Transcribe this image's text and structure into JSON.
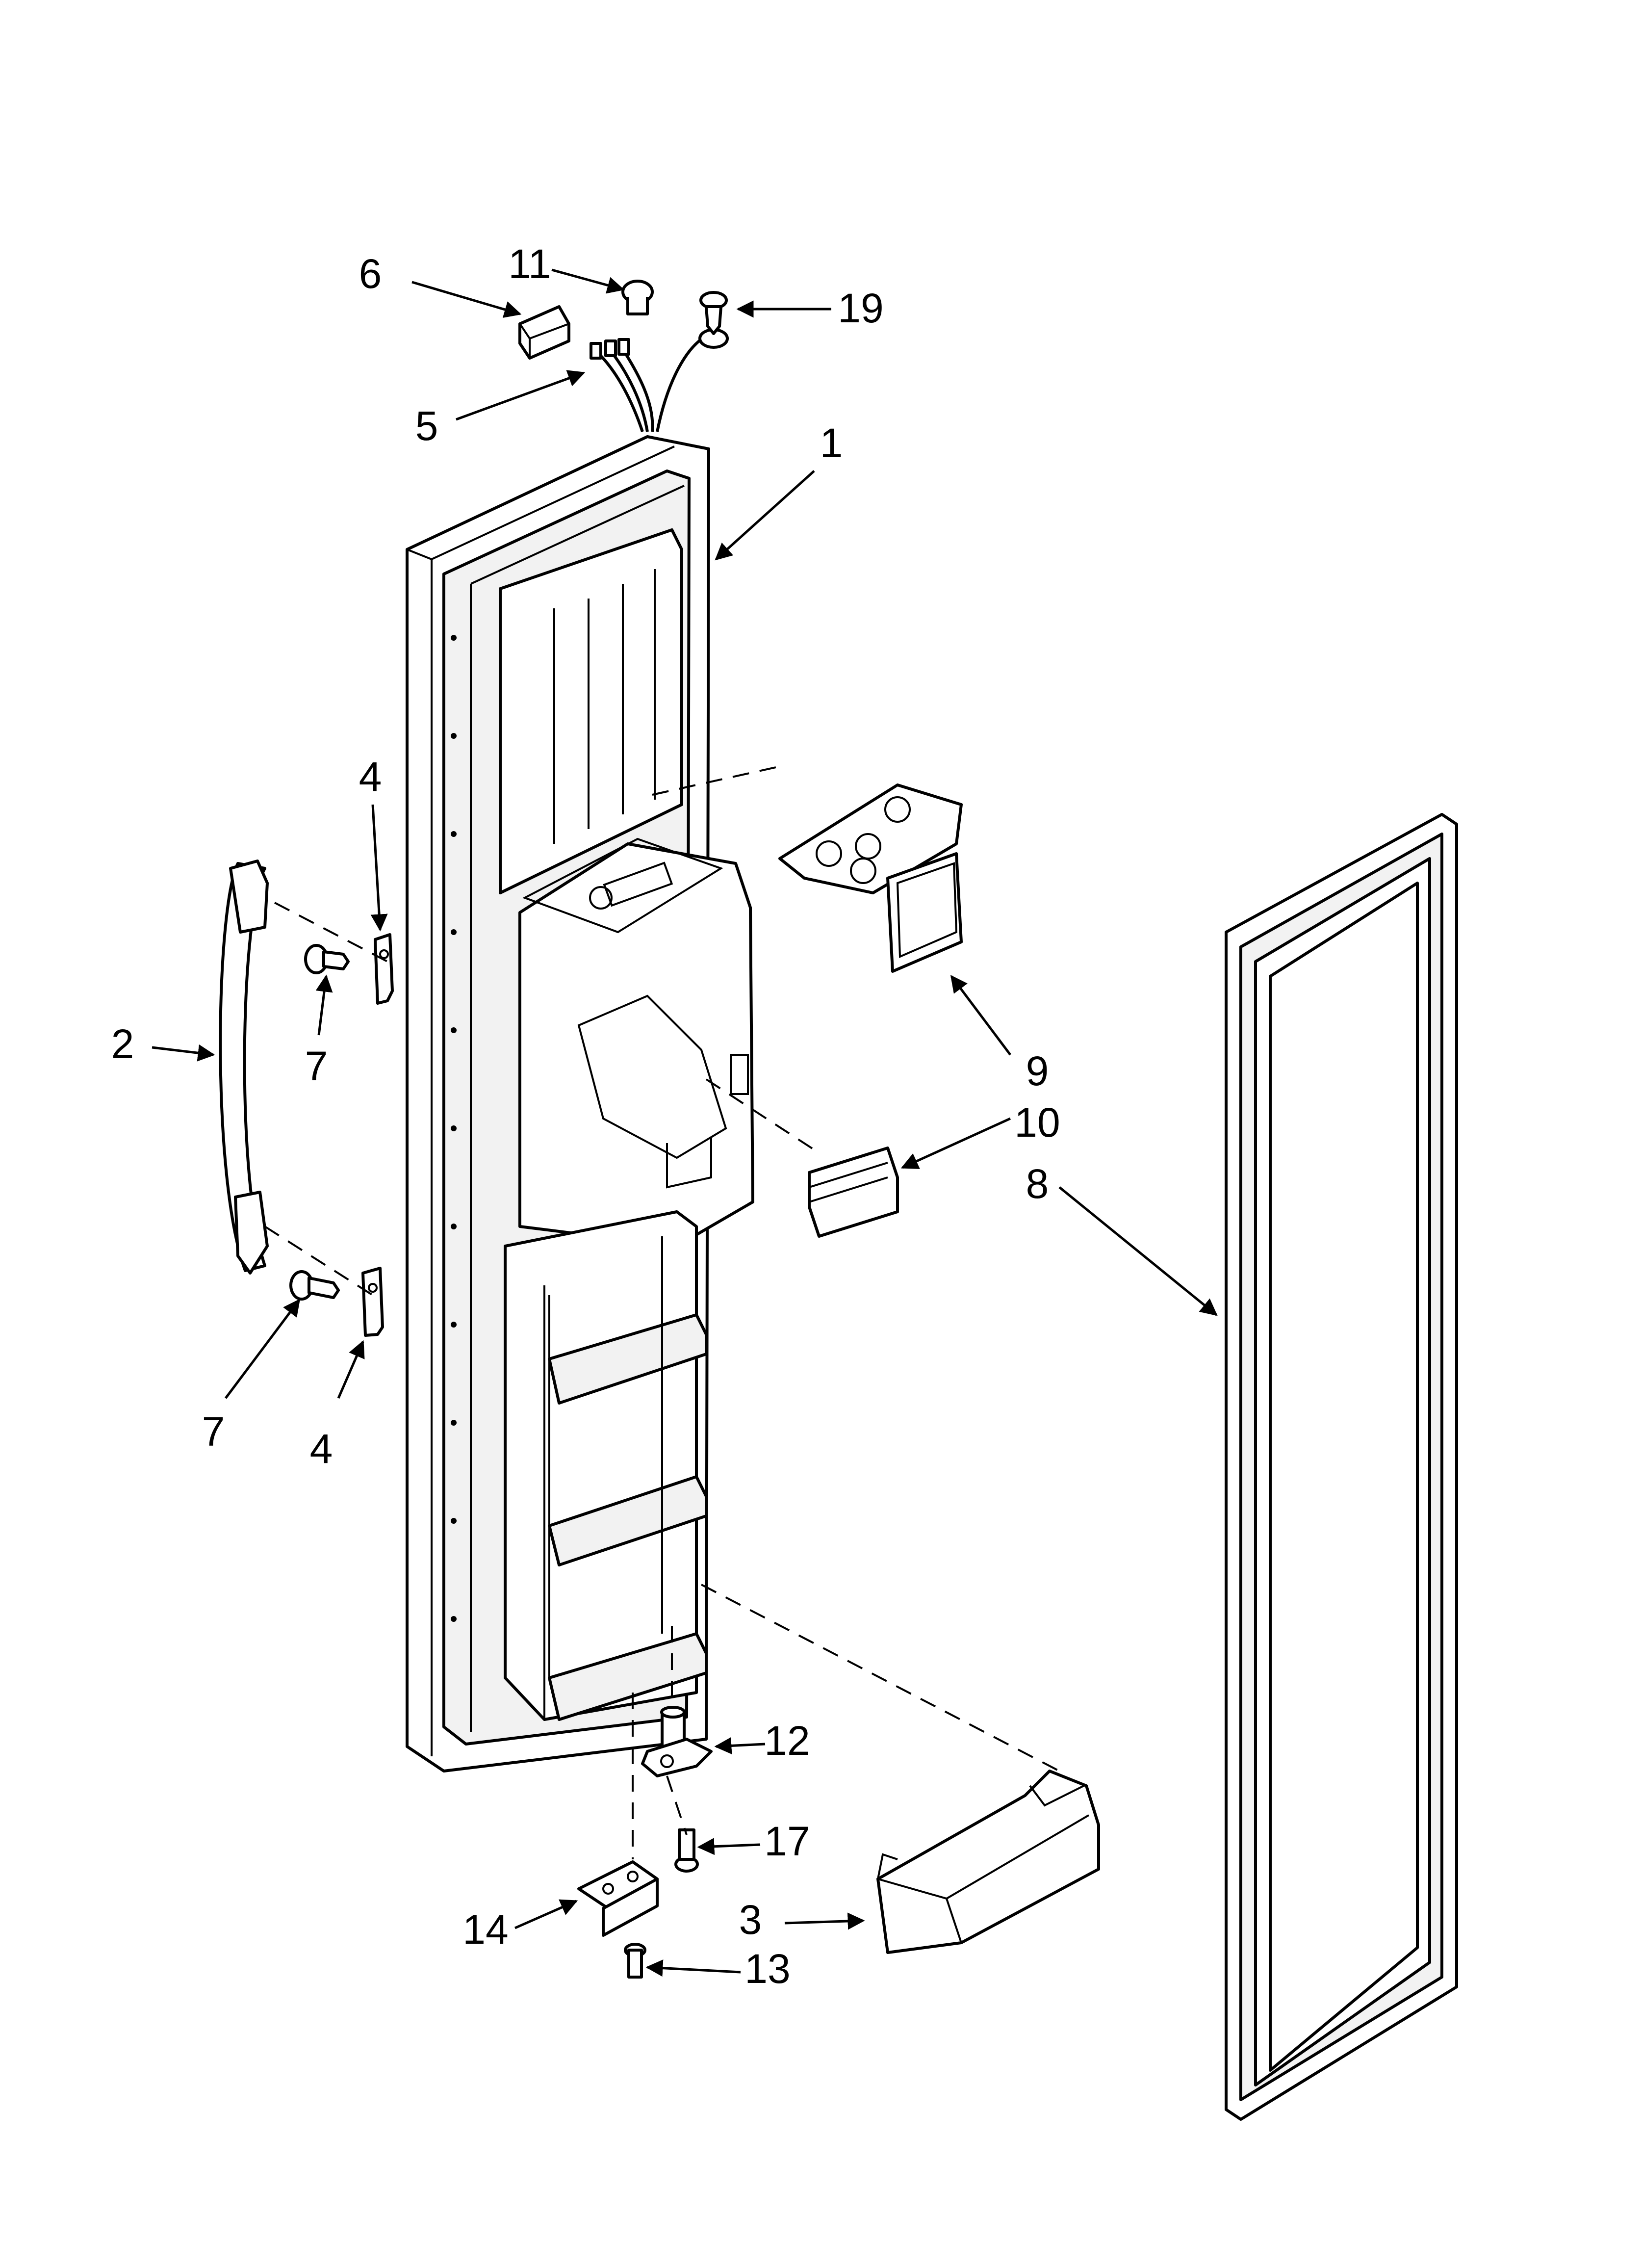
{
  "diagram": {
    "callouts": [
      {
        "id": "label-1",
        "text": "1"
      },
      {
        "id": "label-2",
        "text": "2"
      },
      {
        "id": "label-3",
        "text": "3"
      },
      {
        "id": "label-4a",
        "text": "4"
      },
      {
        "id": "label-4b",
        "text": "4"
      },
      {
        "id": "label-5",
        "text": "5"
      },
      {
        "id": "label-6",
        "text": "6"
      },
      {
        "id": "label-7a",
        "text": "7"
      },
      {
        "id": "label-7b",
        "text": "7"
      },
      {
        "id": "label-8",
        "text": "8"
      },
      {
        "id": "label-9",
        "text": "9"
      },
      {
        "id": "label-10",
        "text": "10"
      },
      {
        "id": "label-11",
        "text": "11"
      },
      {
        "id": "label-12",
        "text": "12"
      },
      {
        "id": "label-13",
        "text": "13"
      },
      {
        "id": "label-14",
        "text": "14"
      },
      {
        "id": "label-17",
        "text": "17"
      },
      {
        "id": "label-19",
        "text": "19"
      }
    ]
  }
}
